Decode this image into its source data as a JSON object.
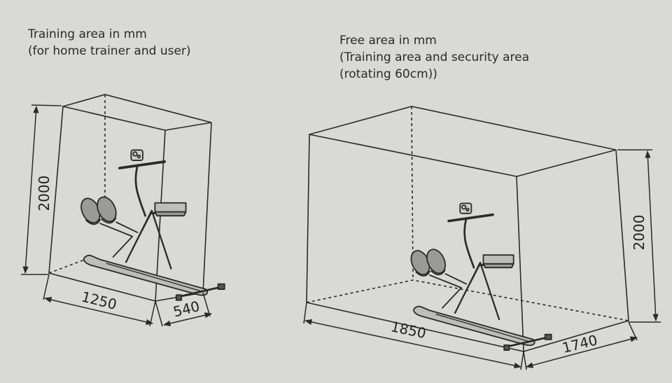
{
  "left": {
    "title_line1": "Training area  in mm",
    "title_line2": "(for home trainer and user)",
    "dims": {
      "height": "2000",
      "width": "1250",
      "depth": "540"
    }
  },
  "right": {
    "title_line1": "Free area in mm",
    "title_line2": "(Training area and security area",
    "title_line3": "(rotating 60cm))",
    "dims": {
      "height": "2000",
      "width": "1850",
      "depth": "1740"
    }
  },
  "colors": {
    "background": "#d9d9d7",
    "line": "#2a2a2a"
  }
}
